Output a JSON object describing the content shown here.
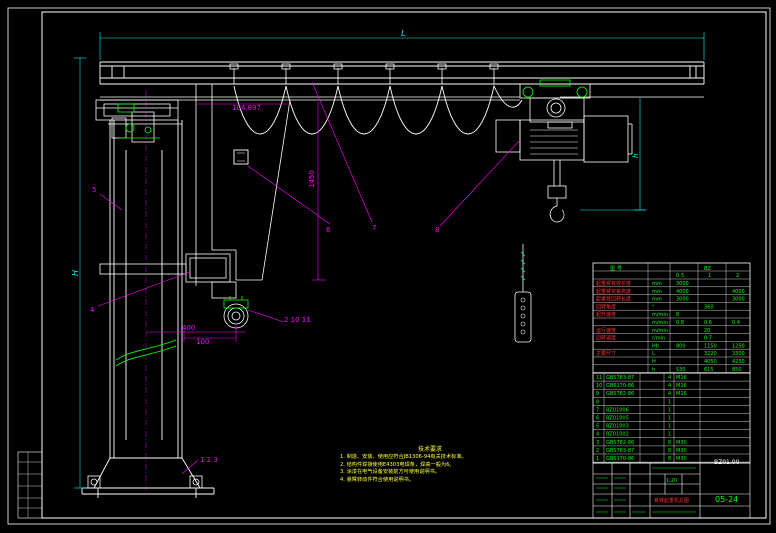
{
  "dims": {
    "span_L": "L",
    "offset_104": "104.897",
    "drop_1450": "1450",
    "h_right": "h",
    "height_H": "H",
    "base_400": "400",
    "base_100": "100"
  },
  "callouts": {
    "c5": "5",
    "c4": "4",
    "c6": "6",
    "c7": "7",
    "c8": "8",
    "c2_10_11": "2 10 11",
    "c1_2_3": "1 2 3"
  },
  "notes": {
    "title": "技术要求",
    "lines": [
      "1. 制造、安装、使用应符合JB1306-94有关技术标准。",
      "2. 结构件焊接使用E4303电焊条，焊高一般为6。",
      "3. 涂漆在电气设备安装前方可使用说明书。",
      "4. 悬臂转动件符合使用说明书。"
    ]
  },
  "params": {
    "header": {
      "c1": "型  号",
      "c3": "BZ"
    },
    "q_row": {
      "c3": "0.5",
      "c4": "1",
      "c5": "2"
    },
    "rows": [
      {
        "label": "起重臂有效长度",
        "unit": "mm",
        "v1": "3000",
        "v2": "",
        "v3": ""
      },
      {
        "label": "起重臂安装高度",
        "unit": "mm",
        "v1": "4000",
        "v2": "",
        "v3": "4000"
      },
      {
        "label": "起重臂回转长度",
        "unit": "mm",
        "v1": "3000",
        "v2": "",
        "v3": "3000"
      },
      {
        "label": "回转角度",
        "unit": "°",
        "v1": "",
        "v2": "360",
        "v3": ""
      },
      {
        "label": "起升速度",
        "unit": "m/min",
        "v1": "8",
        "v2": "",
        "v3": ""
      },
      {
        "label": "",
        "unit": "m/min",
        "v1": "0.8",
        "v2": "0.6",
        "v3": "0.4"
      },
      {
        "label": "运行速度",
        "unit": "m/min",
        "v1": "",
        "v2": "20",
        "v3": ""
      },
      {
        "label": "回转速度",
        "unit": "r/min",
        "v1": "",
        "v2": "0.7",
        "v3": ""
      },
      {
        "label": "",
        "unit": "Hb",
        "v1": "800",
        "v2": "1150",
        "v3": "1250"
      },
      {
        "label": "主要尺寸",
        "unit": "L",
        "v1": "",
        "v2": "3220",
        "v3": "3300"
      },
      {
        "label": "",
        "unit": "H",
        "v1": "",
        "v2": "4050",
        "v3": "4230"
      },
      {
        "label": "",
        "unit": "h",
        "v1": "530",
        "v2": "615",
        "v3": "850"
      }
    ]
  },
  "bom": {
    "rows": [
      {
        "no": "11",
        "code": "GB5783-87",
        "name": "",
        "qty": "4",
        "mat": "M16",
        "rem": ""
      },
      {
        "no": "10",
        "code": "GB6170-86",
        "name": "",
        "qty": "4",
        "mat": "M16",
        "rem": ""
      },
      {
        "no": "9",
        "code": "GB5782-86",
        "name": "",
        "qty": "4",
        "mat": "M16",
        "rem": ""
      },
      {
        "no": "8",
        "code": "",
        "name": "",
        "qty": "1",
        "mat": "",
        "rem": ""
      },
      {
        "no": "7",
        "code": "BZ01006",
        "name": "",
        "qty": "1",
        "mat": "",
        "rem": ""
      },
      {
        "no": "6",
        "code": "BZ01005",
        "name": "",
        "qty": "1",
        "mat": "",
        "rem": ""
      },
      {
        "no": "5",
        "code": "BZ01003",
        "name": "",
        "qty": "1",
        "mat": "",
        "rem": ""
      },
      {
        "no": "4",
        "code": "BZ01002",
        "name": "",
        "qty": "1",
        "mat": "",
        "rem": ""
      },
      {
        "no": "3",
        "code": "GB5782-86",
        "name": "",
        "qty": "8",
        "mat": "M30",
        "rem": ""
      },
      {
        "no": "2",
        "code": "GB5783-87",
        "name": "",
        "qty": "8",
        "mat": "M30",
        "rem": ""
      },
      {
        "no": "1",
        "code": "GB6170-86",
        "name": "",
        "qty": "8",
        "mat": "M30",
        "rem": ""
      }
    ]
  },
  "title_block": {
    "drawing_no": "BZ01.00",
    "sheet": "05-24",
    "name_main": "悬臂起重机总图",
    "scale": "1:20",
    "company": ""
  },
  "colors": {
    "frame": "#ffffff",
    "structure": "#ffffff",
    "dims": "#00ffff",
    "leaders": "#ff00ff",
    "accent": "#00ff00",
    "notes": "#ffff33",
    "table": "#00ff00"
  }
}
